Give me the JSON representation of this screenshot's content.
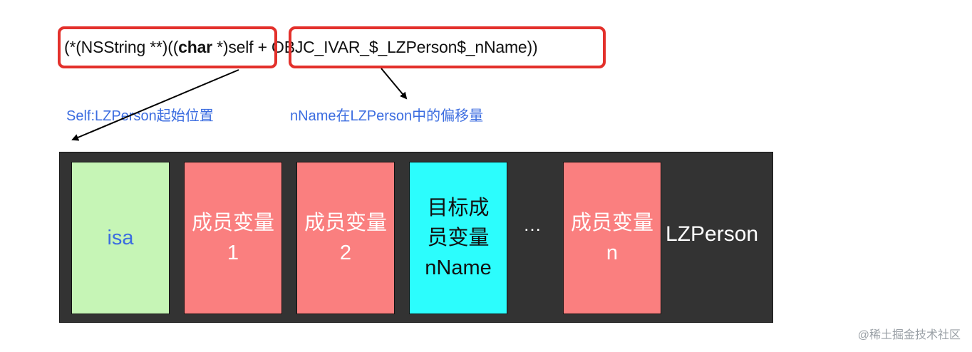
{
  "expression": {
    "part_open": "(*(NSString **)((",
    "keyword": "char",
    "part_self": " *)self",
    "operator": " + ",
    "ivar": "OBJC_IVAR_$_LZPerson$_nName",
    "close": "))"
  },
  "annotations": {
    "self_start": "Self:LZPerson起始位置",
    "offset": "nName在LZPerson中的偏移量"
  },
  "memory": {
    "cells": [
      {
        "label": "isa",
        "kind": "isa"
      },
      {
        "label": "成员变量\n1",
        "kind": "member"
      },
      {
        "label": "成员变量\n2",
        "kind": "member"
      },
      {
        "label": "目标成\n员变量\nnName",
        "kind": "target"
      },
      {
        "label": "成员变量\nn",
        "kind": "member"
      }
    ],
    "ellipsis": "…",
    "object_label": "LZPerson"
  },
  "watermark": "@稀土掘金技术社区",
  "colors": {
    "highlight_border": "#e3302b",
    "annotation_text": "#3c6de0",
    "isa_fill": "#c6f5b6",
    "member_fill": "#fa7f7f",
    "target_fill": "#2cfdfd",
    "memory_background": "#333333"
  }
}
